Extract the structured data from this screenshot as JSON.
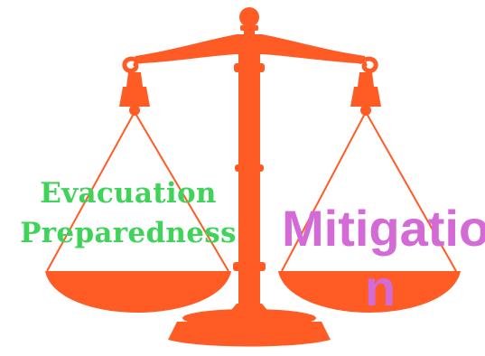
{
  "colors": {
    "scale": "#ff5b25",
    "left_text": "#3fd35a",
    "right_text": "#d36ad6",
    "background": "#ffffff"
  },
  "left_pan": {
    "line1": "Evacuation",
    "line2": "Preparedness"
  },
  "right_pan": {
    "text": "Mitigatio n"
  }
}
